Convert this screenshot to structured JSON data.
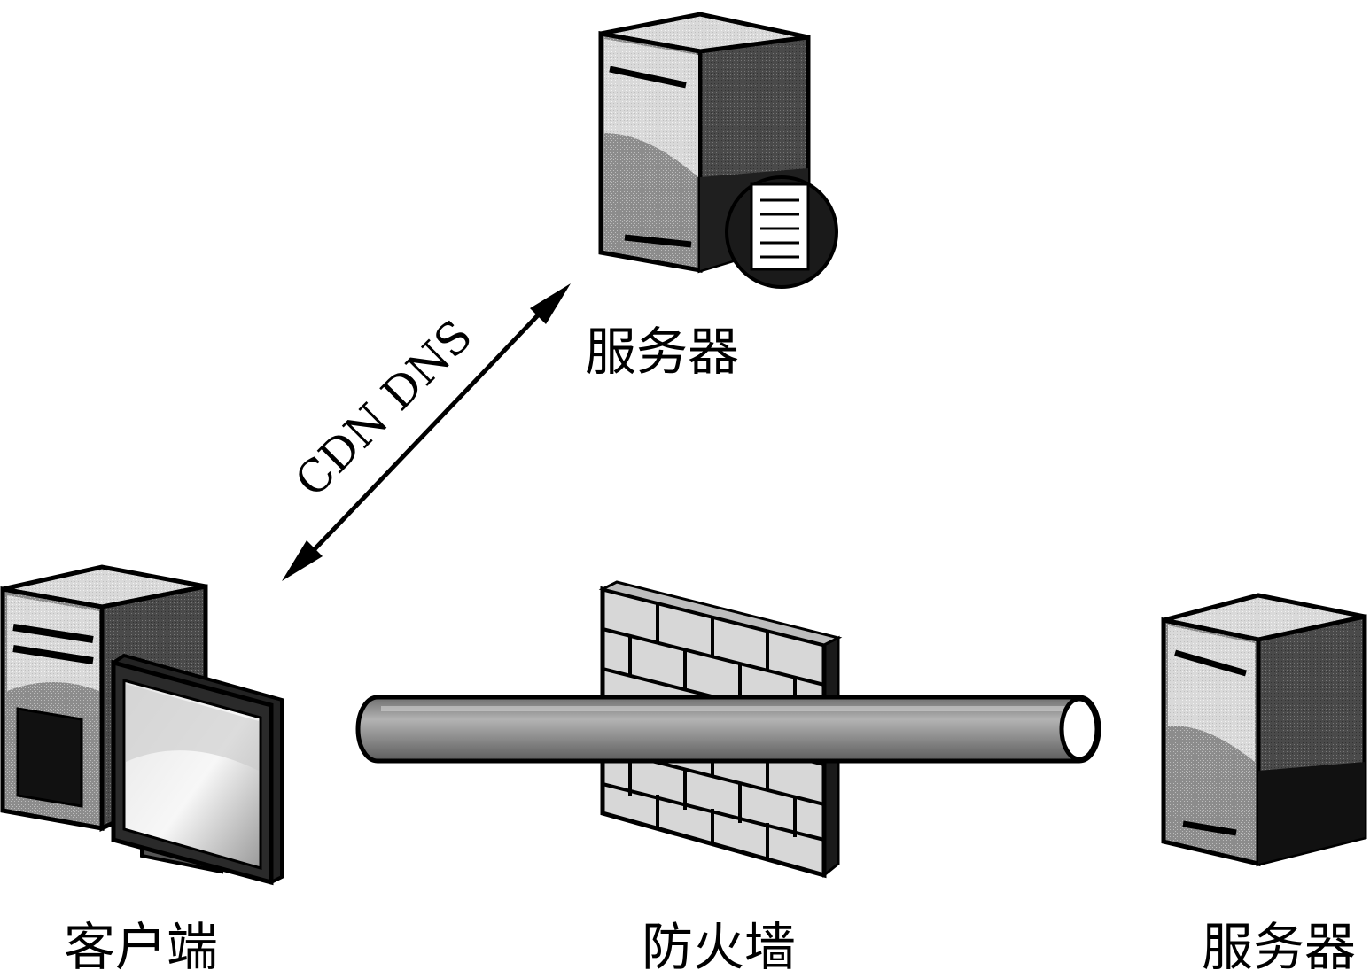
{
  "diagram": {
    "labels": {
      "top_server": "服务器",
      "client": "客户端",
      "firewall": "防火墙",
      "right_server": "服务器",
      "connection": "CDN DNS"
    },
    "nodes": [
      {
        "id": "top-server",
        "type": "server-with-document",
        "label_key": "top_server"
      },
      {
        "id": "client",
        "type": "workstation",
        "label_key": "client"
      },
      {
        "id": "firewall",
        "type": "brick-wall",
        "label_key": "firewall"
      },
      {
        "id": "right-server",
        "type": "server",
        "label_key": "right_server"
      }
    ],
    "edges": [
      {
        "from": "client",
        "to": "top-server",
        "style": "double-arrow",
        "label_key": "connection"
      },
      {
        "from": "client",
        "to": "right-server",
        "style": "pipe-through-firewall"
      }
    ],
    "colors": {
      "outline": "#000000",
      "light": "#d9d9d9",
      "mid": "#8c8c8c",
      "dark": "#3a3a3a",
      "background": "#ffffff"
    }
  }
}
